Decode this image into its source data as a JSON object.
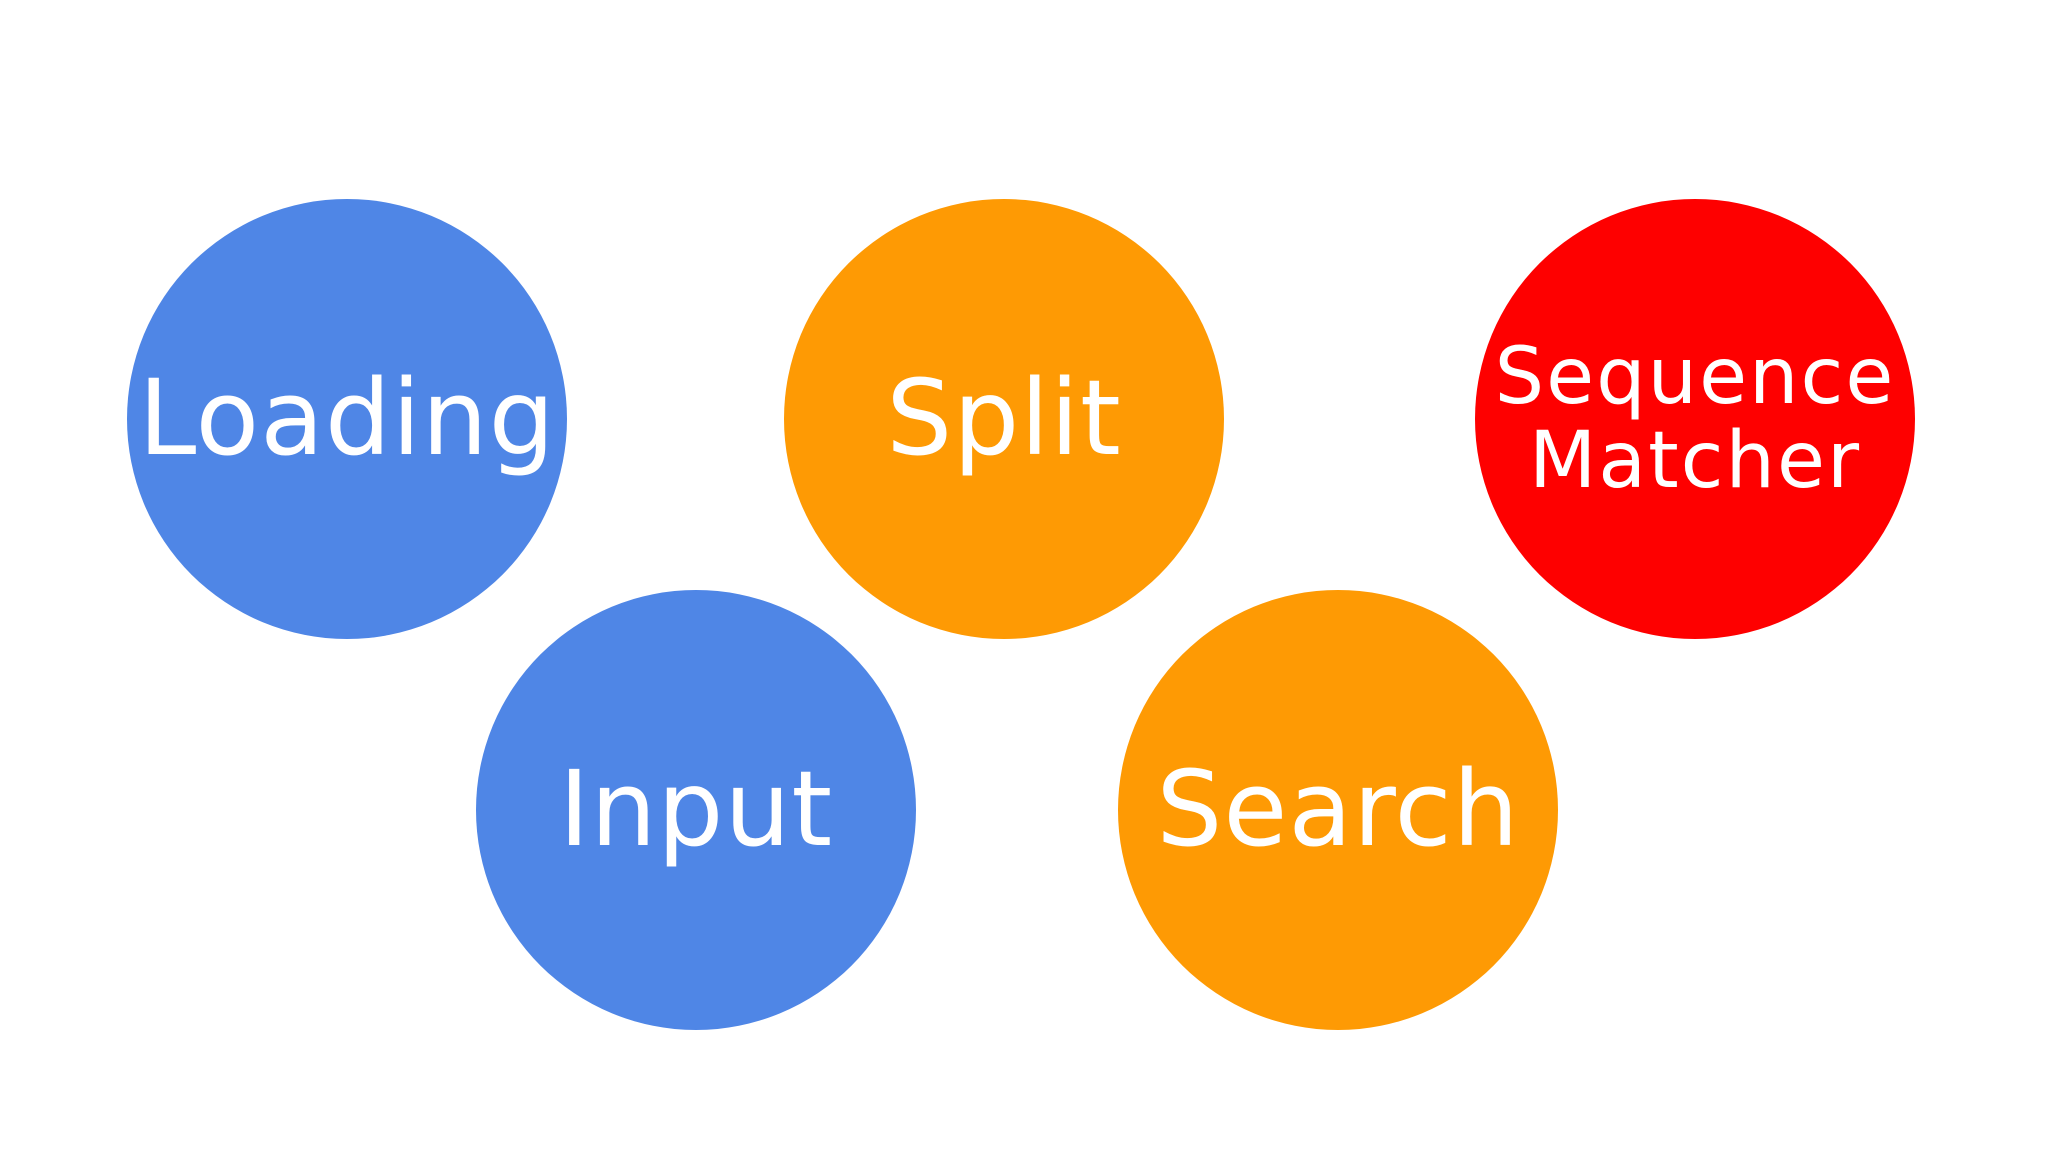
{
  "bubbles": {
    "loading": {
      "label": "Loading",
      "color": "#4f86e6"
    },
    "split": {
      "label": "Split",
      "color": "#fe9a04"
    },
    "sequence_matcher": {
      "line1": "Sequence",
      "line2": "Matcher",
      "color": "#fe0000"
    },
    "input": {
      "label": "Input",
      "color": "#4f86e6"
    },
    "search": {
      "label": "Search",
      "color": "#fe9a04"
    }
  }
}
